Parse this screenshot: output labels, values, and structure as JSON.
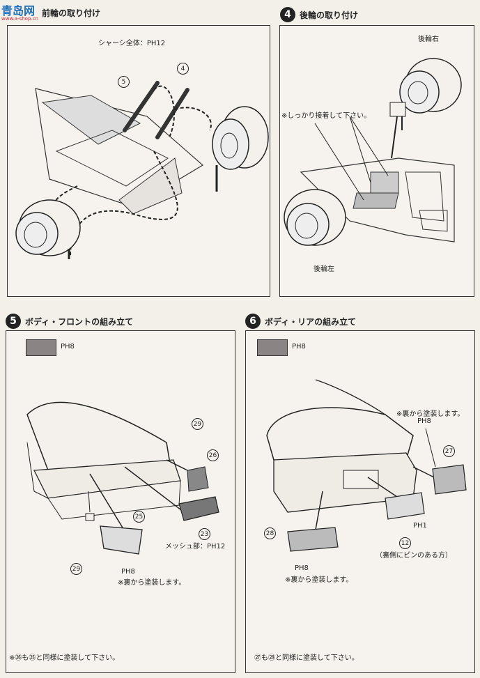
{
  "watermark": {
    "brand": "青岛网",
    "url": "www.a-shop.cn"
  },
  "step3": {
    "title": "前輪の取り付け",
    "chassis_label": "シャーシ全体：",
    "paint_code": "PH12",
    "parts": [
      "5",
      "4"
    ]
  },
  "step4": {
    "number": "4",
    "title": "後輪の取り付け",
    "rear_right": "後輪右",
    "rear_left": "後輪左",
    "note": "※しっかり接着して下さい。"
  },
  "step5": {
    "number": "5",
    "title": "ボディ・フロントの組み立て",
    "swatch_code": "PH8",
    "parts": [
      "29",
      "26",
      "25",
      "23",
      "29"
    ],
    "mesh_label": "メッシュ部：PH12",
    "part25_code": "PH8",
    "back_paint_note": "※裏から塗装します。",
    "bottom_note": "※㉖も㉕と同様に塗装して下さい。"
  },
  "step6": {
    "number": "6",
    "title": "ボディ・リアの組み立て",
    "swatch_code": "PH8",
    "top_note": "※裏から塗装します。",
    "top_code": "PH8",
    "parts": [
      "27",
      "28",
      "12"
    ],
    "plate_code": "PH1",
    "pin_note": "（裏側にピンのある方）",
    "part28_code": "PH8",
    "back_paint_note": "※裏から塗装します。",
    "bottom_note": "㉗も㉘と同様に塗装して下さい。"
  }
}
